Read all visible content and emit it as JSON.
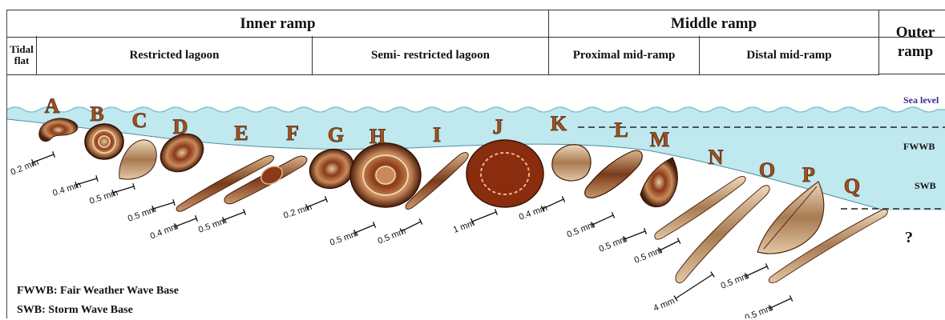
{
  "header": {
    "inner_ramp": "Inner ramp",
    "middle_ramp": "Middle ramp",
    "outer_ramp_line1": "Outer",
    "outer_ramp_line2": "ramp",
    "tidal_line1": "Tidal",
    "tidal_line2": "flat",
    "restricted_lagoon": "Restricted lagoon",
    "semi_restricted_lagoon": "Semi- restricted lagoon",
    "proximal_mid_ramp": "Proximal mid-ramp",
    "distal_mid_ramp": "Distal mid-ramp"
  },
  "levels": {
    "sea_level": "Sea level",
    "fwwb": "FWWB",
    "swb": "SWB",
    "unknown": "?"
  },
  "legend": {
    "fwwb_def": "FWWB: Fair Weather Wave Base",
    "swb_def": "SWB: Storm Wave Base"
  },
  "specimens": [
    {
      "letter": "A",
      "scale": "0.2 mm"
    },
    {
      "letter": "B",
      "scale": "0.4 mm"
    },
    {
      "letter": "C",
      "scale": "0.5 mm"
    },
    {
      "letter": "D",
      "scale": "0.5 mm"
    },
    {
      "letter": "E",
      "scale": "0.4 mm"
    },
    {
      "letter": "F",
      "scale": "0.5 mm"
    },
    {
      "letter": "G",
      "scale": "0.2 mm"
    },
    {
      "letter": "H",
      "scale": "0.5 mm"
    },
    {
      "letter": "I",
      "scale": "0.5 mm"
    },
    {
      "letter": "J",
      "scale": "1 mm"
    },
    {
      "letter": "K",
      "scale": "0.4 mm"
    },
    {
      "letter": "L",
      "scale": "0.5 mm"
    },
    {
      "letter": "M",
      "scale": "0.5 mm"
    },
    {
      "letter": "N",
      "scale": "0.5 mm"
    },
    {
      "letter": "O",
      "scale": "4 mm"
    },
    {
      "letter": "P",
      "scale": "0.5 mm"
    },
    {
      "letter": "Q",
      "scale": "0.5 mm"
    }
  ],
  "colors": {
    "water": "#bfe8ef",
    "letter_fill": "#a0521e",
    "sea_level_text": "#3a2a8a",
    "fossil_dark": "#5a2a12"
  }
}
